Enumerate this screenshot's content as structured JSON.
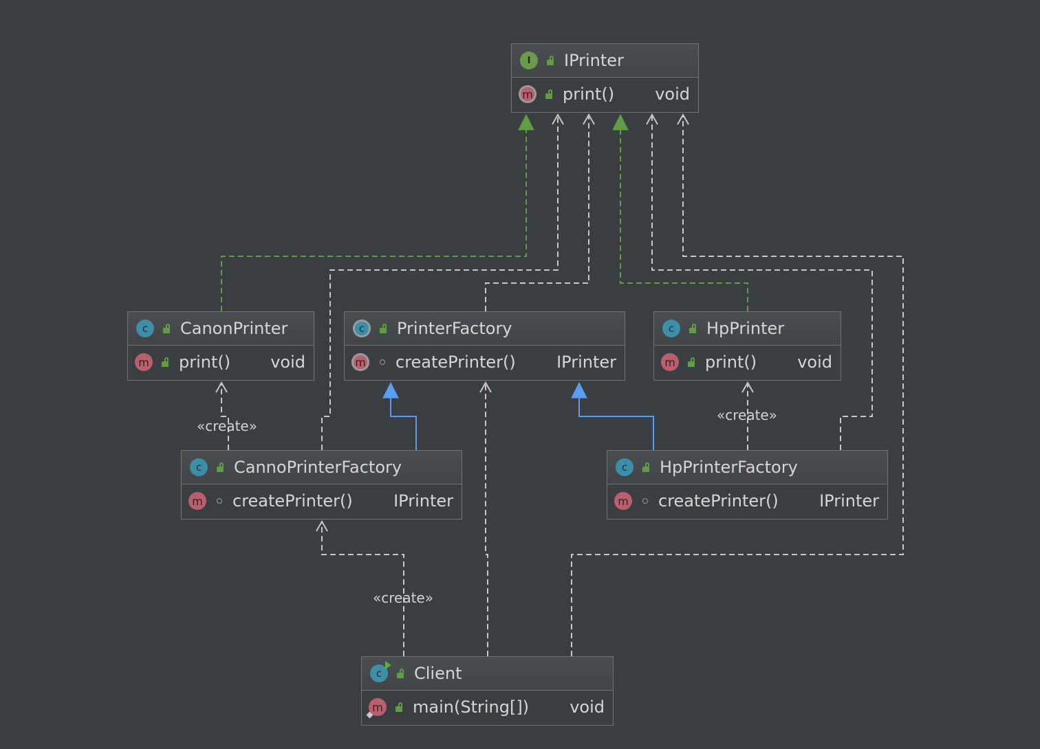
{
  "colors": {
    "background": "#3b3e40",
    "border": "#737373",
    "dependency": "#c8c8c8",
    "realization": "#5f9e45",
    "generalization": "#589df6"
  },
  "nodes": [
    {
      "id": "iprinter",
      "kind": "interface",
      "title": "IPrinter",
      "icon": "interface-icon",
      "visibility": "public",
      "members": [
        {
          "name": "print()",
          "type": "void",
          "visibility": "public",
          "abstract": true
        }
      ]
    },
    {
      "id": "canonprinter",
      "kind": "class",
      "title": "CanonPrinter",
      "icon": "class-icon",
      "visibility": "public",
      "members": [
        {
          "name": "print()",
          "type": "void",
          "visibility": "public"
        }
      ]
    },
    {
      "id": "printerfactory",
      "kind": "abstract-class",
      "title": "PrinterFactory",
      "icon": "abstract-class-icon",
      "visibility": "public",
      "members": [
        {
          "name": "createPrinter()",
          "type": "IPrinter",
          "visibility": "package",
          "abstract": true
        }
      ]
    },
    {
      "id": "hpprinter",
      "kind": "class",
      "title": "HpPrinter",
      "icon": "class-icon",
      "visibility": "public",
      "members": [
        {
          "name": "print()",
          "type": "void",
          "visibility": "public"
        }
      ]
    },
    {
      "id": "cannoprinterfactory",
      "kind": "class",
      "title": "CannoPrinterFactory",
      "icon": "class-icon",
      "visibility": "public",
      "members": [
        {
          "name": "createPrinter()",
          "type": "IPrinter",
          "visibility": "package"
        }
      ]
    },
    {
      "id": "hpprinterfactory",
      "kind": "class",
      "title": "HpPrinterFactory",
      "icon": "class-icon",
      "visibility": "public",
      "members": [
        {
          "name": "createPrinter()",
          "type": "IPrinter",
          "visibility": "package"
        }
      ]
    },
    {
      "id": "client",
      "kind": "runnable-class",
      "title": "Client",
      "icon": "runnable-class-icon",
      "visibility": "public",
      "members": [
        {
          "name": "main(String[])",
          "type": "void",
          "visibility": "public",
          "static": true
        }
      ]
    }
  ],
  "edges": [
    {
      "from": "canonprinter",
      "to": "iprinter",
      "kind": "realization"
    },
    {
      "from": "hpprinter",
      "to": "iprinter",
      "kind": "realization"
    },
    {
      "from": "cannoprinterfactory",
      "to": "iprinter",
      "kind": "dependency"
    },
    {
      "from": "printerfactory",
      "to": "iprinter",
      "kind": "dependency"
    },
    {
      "from": "hpprinterfactory",
      "to": "iprinter",
      "kind": "dependency"
    },
    {
      "from": "client",
      "to": "iprinter",
      "kind": "dependency"
    },
    {
      "from": "cannoprinterfactory",
      "to": "printerfactory",
      "kind": "generalization"
    },
    {
      "from": "hpprinterfactory",
      "to": "printerfactory",
      "kind": "generalization"
    },
    {
      "from": "cannoprinterfactory",
      "to": "canonprinter",
      "kind": "dependency",
      "label": "«create»"
    },
    {
      "from": "hpprinterfactory",
      "to": "hpprinter",
      "kind": "dependency",
      "label": "«create»"
    },
    {
      "from": "client",
      "to": "cannoprinterfactory",
      "kind": "dependency",
      "label": "«create»"
    },
    {
      "from": "client",
      "to": "printerfactory",
      "kind": "dependency"
    }
  ]
}
